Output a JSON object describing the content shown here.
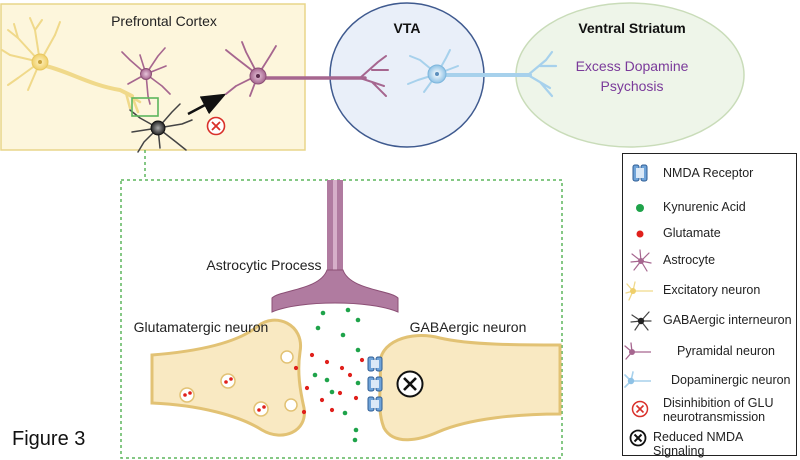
{
  "regions": {
    "prefrontal_cortex": "Prefrontal Cortex",
    "vta": "VTA",
    "ventral_striatum": "Ventral Striatum",
    "striatum_effect_line1": "Excess Dopamine",
    "striatum_effect_line2": "Psychosis"
  },
  "synapse": {
    "astrocytic_process": "Astrocytic Process",
    "glutamatergic_neuron": "Glutamatergic neuron",
    "gabaergic_neuron": "GABAergic neuron"
  },
  "legend": {
    "items": [
      {
        "label": "NMDA Receptor",
        "icon": "nmda-receptor-icon"
      },
      {
        "label": "Kynurenic Acid",
        "icon": "green-dot",
        "color": "#1fa34a"
      },
      {
        "label": "Glutamate",
        "icon": "red-dot",
        "color": "#e0201c"
      },
      {
        "label": "Astrocyte",
        "icon": "astrocyte-icon"
      },
      {
        "label": "Excitatory neuron",
        "icon": "excitatory-neuron-icon"
      },
      {
        "label": "GABAergic interneuron",
        "icon": "gabaergic-interneuron-icon"
      },
      {
        "label": "Pyramidal neuron",
        "icon": "pyramidal-neuron-icon"
      },
      {
        "label": "Dopaminergic neuron",
        "icon": "dopaminergic-neuron-icon"
      },
      {
        "label_line1": "Disinhibition of GLU",
        "label_line2": "neurotransmission",
        "icon": "red-x-circle-icon"
      },
      {
        "label": "Reduced NMDA Signaling",
        "icon": "black-x-circle-icon"
      }
    ]
  },
  "figure_label": "Figure 3",
  "colors": {
    "pfc_box_fill": "#fdf6dc",
    "pfc_box_border": "#e8d58a",
    "vta_fill": "#e9eff9",
    "vta_border": "#3f5a8f",
    "striatum_fill": "#eef5e9",
    "striatum_border": "#c9dcb9",
    "excitatory_neuron": "#f2dc92",
    "pyramidal_neuron": "#a6668f",
    "dopaminergic_neuron": "#a7d1ec",
    "gaba_interneuron": "#4a4a4a",
    "astrocyte": "#a6668f",
    "synapse_fill": "#f9e9c2",
    "synapse_border": "#e2c274",
    "inset_border": "#5db65d",
    "kynurenic_acid": "#1fa34a",
    "glutamate": "#e0201c",
    "psychosis_text": "#7a3a9a"
  }
}
